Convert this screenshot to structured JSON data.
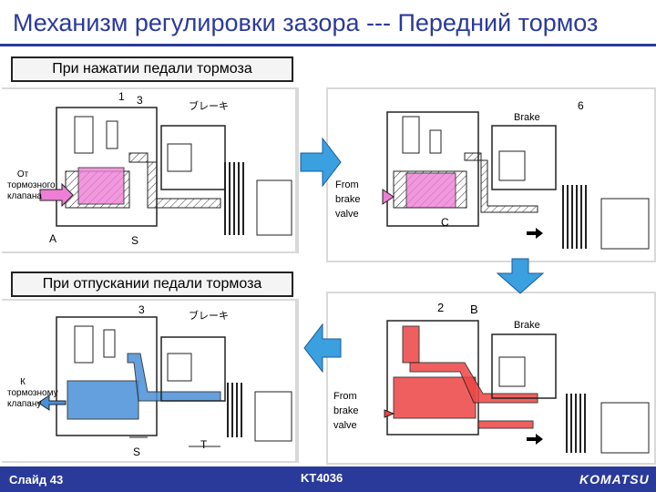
{
  "title": "Механизм регулировки зазора --- Передний тормоз",
  "labels": {
    "pressing": "При нажатии педали тормоза",
    "releasing": "При отпускании педали тормоза"
  },
  "notes": {
    "from_valve": "От тормозного клапана",
    "to_valve": "К тормозному клапану"
  },
  "panels": {
    "top_left": {
      "brake_jp": "ブレーキ",
      "num1": "1",
      "num3": "3",
      "letterA": "A",
      "letterS": "S",
      "fluid_color": "#ee7fd6"
    },
    "top_right": {
      "brake_en": "Brake",
      "num6": "6",
      "letterC": "C",
      "from_text": [
        "From",
        "brake",
        "valve"
      ],
      "fluid_color": "#ee7fd6"
    },
    "bottom_left": {
      "brake_jp": "ブレーキ",
      "num3": "3",
      "letterS": "S",
      "letterT": "T",
      "fluid_color": "#4a90d9"
    },
    "bottom_right": {
      "brake_en": "Brake",
      "num2": "2",
      "letterB": "B",
      "from_text": [
        "From",
        "brake",
        "valve"
      ],
      "fluid_color": "#ee4444"
    }
  },
  "arrows": {
    "color": "#3aa0e0"
  },
  "footer": {
    "slide": "Слайд 43",
    "model": "KT4036",
    "brand": "KOMATSU"
  }
}
